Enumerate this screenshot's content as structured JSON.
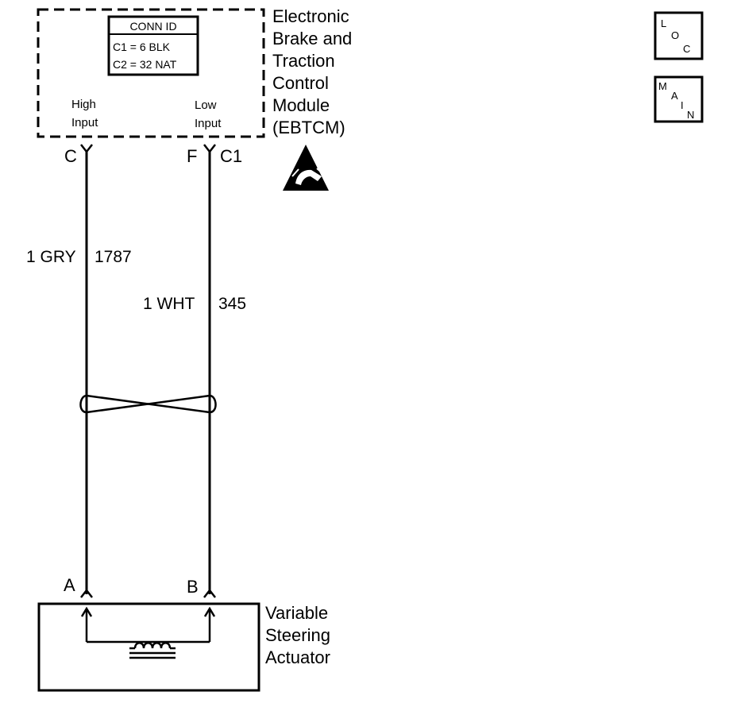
{
  "module": {
    "name_lines": [
      "Electronic",
      "Brake and",
      "Traction",
      "Control",
      "Module",
      "(EBTCM)"
    ],
    "conn_id_title": "CONN ID",
    "conn_id_lines": [
      "C1 = 6 BLK",
      "C2 = 32 NAT"
    ],
    "high_input_lines": [
      "High",
      "Input"
    ],
    "low_input_lines": [
      "Low",
      "Input"
    ],
    "pin_high": "C",
    "pin_low": "F",
    "connector": "C1"
  },
  "wires": [
    {
      "size_color": "1 GRY",
      "circuit": "1787"
    },
    {
      "size_color": "1 WHT",
      "circuit": "345"
    }
  ],
  "actuator": {
    "name_lines": [
      "Variable",
      "Steering",
      "Actuator"
    ],
    "pin_a": "A",
    "pin_b": "B"
  },
  "badges": {
    "loc": [
      "L",
      "O",
      "C"
    ],
    "main": [
      "M",
      "A",
      "I",
      "N"
    ]
  },
  "icons": {
    "esd": "esd-warning-icon"
  }
}
